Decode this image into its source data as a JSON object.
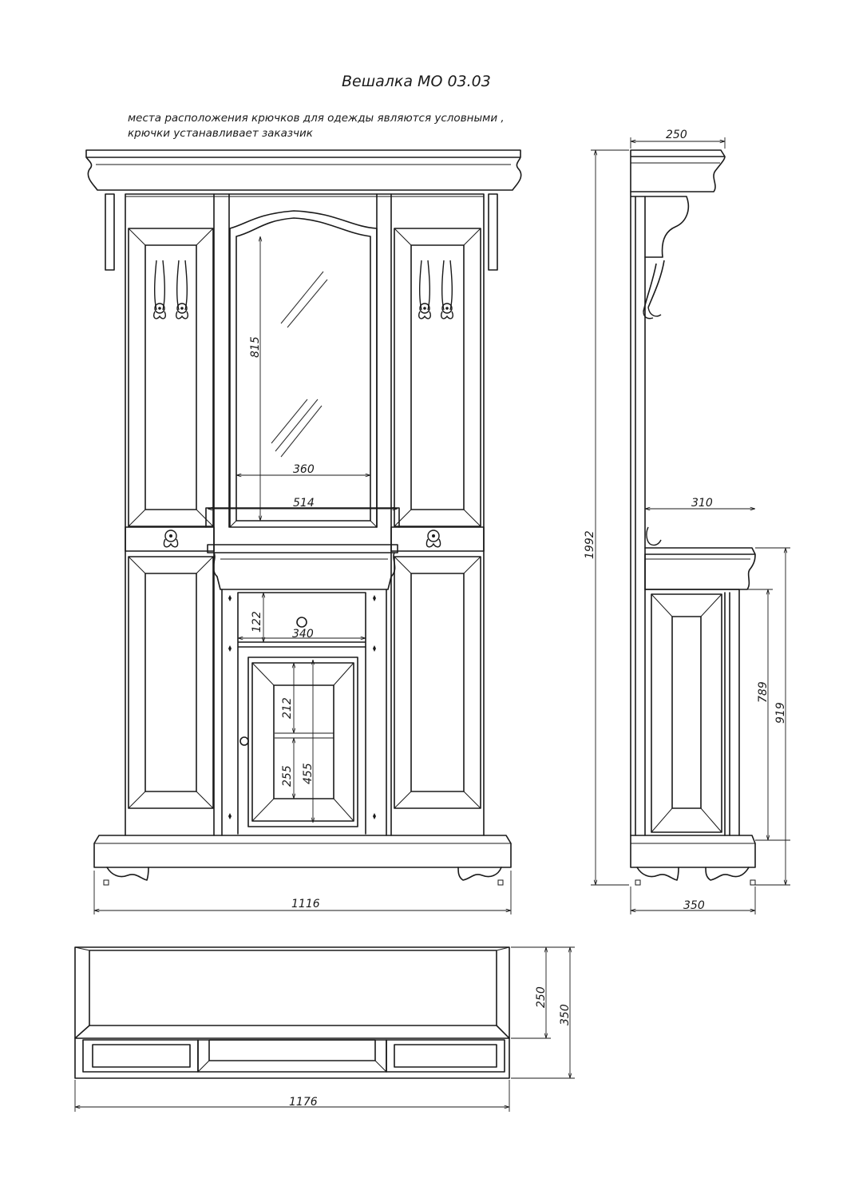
{
  "title": "Вешалка МО  03.03",
  "notes": {
    "line1": "места расположения крючков для одежды являются условными ,",
    "line2": "крючки устанавливает заказчик"
  },
  "front_view": {
    "dims": {
      "overall_width": "1116",
      "mirror_height": "815",
      "mirror_width": "360",
      "shelf_width": "514",
      "drawer_height": "122",
      "door_width": "340",
      "upper_panel": "212",
      "lower_panel": "255",
      "door_panel": "455"
    }
  },
  "side_view": {
    "dims": {
      "cornice_depth": "250",
      "overall_height": "1992",
      "shelf_depth": "310",
      "cabinet_height": "789",
      "cabinet_full_height": "919",
      "base_depth": "350"
    }
  },
  "top_view": {
    "dims": {
      "inner_depth": "250",
      "overall_depth": "350",
      "overall_width": "1176"
    }
  }
}
